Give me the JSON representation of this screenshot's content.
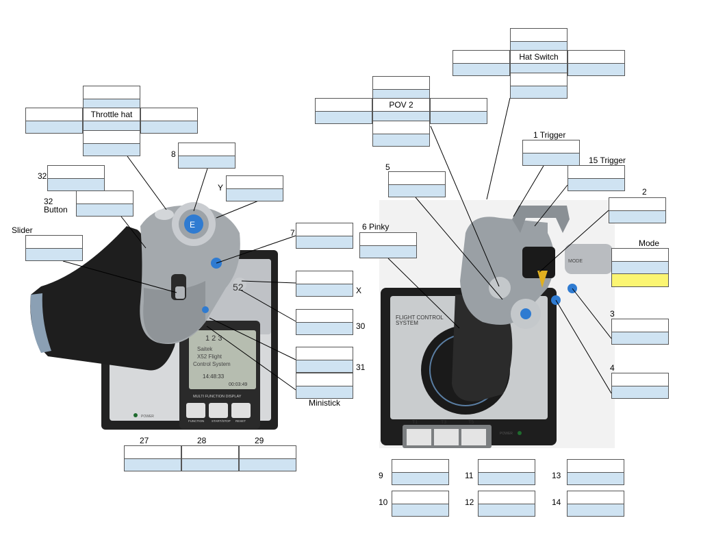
{
  "labels": {
    "throttle_hat": "Throttle hat",
    "n8": "8",
    "n32": "32",
    "y": "Y",
    "n32_button_1": "32",
    "n32_button_2": "Button",
    "slider": "Slider",
    "n7": "7",
    "x": "X",
    "n30": "30",
    "n31": "31",
    "ministick": "Ministick",
    "n27": "27",
    "n28": "28",
    "n29": "29",
    "pov2": "POV 2",
    "hat_switch": "Hat Switch",
    "trigger1": "1 Trigger",
    "trigger15": "15 Trigger",
    "n5": "5",
    "n2": "2",
    "pinky6": "6 Pinky",
    "mode": "Mode",
    "n3": "3",
    "n4": "4",
    "n9": "9",
    "n10": "10",
    "n11": "11",
    "n12": "12",
    "n13": "13",
    "n14": "14"
  },
  "device_text": {
    "throttle_screen_line1": "Saitek",
    "throttle_screen_line2": "X52 Flight",
    "throttle_screen_line3": "Control System",
    "throttle_screen_time": "14:48:33",
    "throttle_screen_counter": "00:03:49",
    "throttle_mfd": "MULTI FUNCTION DISPLAY",
    "throttle_btn_function": "FUNCTION",
    "throttle_btn_start": "START/STOP",
    "throttle_btn_reset": "RESET",
    "throttle_power": "POWER",
    "stick_fcs_line1": "FLIGHT CONTROL",
    "stick_fcs_line2": "SYSTEM",
    "stick_t1": "T1",
    "stick_t3": "T3",
    "stick_t5": "T5",
    "stick_power": "POWER",
    "stick_mode": "MODE",
    "throttle_logo": "52"
  }
}
